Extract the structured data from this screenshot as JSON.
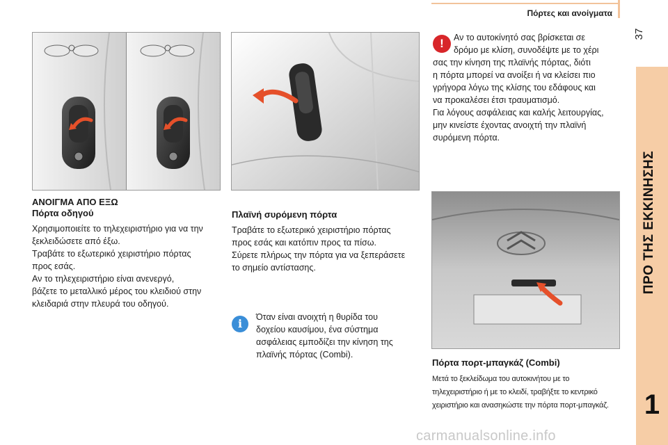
{
  "header": {
    "title": "Πόρτες και ανοίγματα",
    "page_number": "37"
  },
  "chapter": {
    "title": "ΠΡΟ ΤΗΣ ΕΚΚΙΝΗΣΗΣ",
    "number": "1",
    "tab_color": "#f6cda6"
  },
  "section_driver": {
    "heading1": "ΑΝΟΙΓΜΑ ΑΠΟ ΕΞΩ",
    "heading2": "Πόρτα οδηγού",
    "lines": [
      "Χρησιμοποιείτε το τηλεχειριστήριο για να την",
      "ξεκλειδώσετε από έξω.",
      "Τραβάτε το εξωτερικό χειριστήριο πόρτας",
      "προς εσάς.",
      "Αν το τηλεχειριστήριο είναι ανενεργό,",
      "βάζετε το μεταλλικό μέρος του κλειδιού στην",
      "κλειδαριά στην πλευρά του οδηγού."
    ]
  },
  "section_sliding": {
    "heading": "Πλαϊνή συρόμενη πόρτα",
    "lines": [
      "Τραβάτε το εξωτερικό χειριστήριο πόρτας",
      "προς εσάς και κατόπιν προς τα πίσω.",
      "Σύρετε πλήρως την πόρτα για να ξεπεράσετε",
      "το σημείο αντίστασης."
    ]
  },
  "info_note": {
    "icon": "info-icon",
    "icon_color": "#3a8ed8",
    "lines": [
      "Όταν είναι ανοιχτή η θυρίδα του",
      "δοχείου καυσίμου, ένα σύστημα",
      "ασφάλειας εμποδίζει την κίνηση της",
      "πλαϊνής πόρτας (Combi)."
    ]
  },
  "warning_note": {
    "icon": "warning-icon",
    "icon_color": "#d8262a",
    "first_lines": [
      "Αν το αυτοκίνητό σας βρίσκεται σε",
      "δρόμο με κλίση, συνοδέψτε με το χέρι"
    ],
    "lines": [
      "σας την κίνηση της πλαϊνής πόρτας, διότι",
      "η πόρτα μπορεί να ανοίξει ή να κλείσει πιο",
      "γρήγορα λόγω της κλίσης του εδάφους και",
      "να προκαλέσει έτσι τραυματισμό.",
      "Για λόγους ασφάλειας και καλής λειτουργίας,",
      "μην κινείστε έχοντας ανοιχτή την πλαϊνή",
      "συρόμενη πόρτα."
    ]
  },
  "section_tailgate": {
    "heading": "Πόρτα πορτ-μπαγκάζ (Combi)",
    "lines": [
      "Μετά το ξεκλείδωμα του αυτοκινήτου με το",
      "τηλεχειριστήριο ή με το κλειδί, τραβήξτε το κεντρικό",
      "χειριστήριο και ανασηκώστε την πόρτα πορτ-μπαγκάζ."
    ]
  },
  "images": {
    "left": "driver-door-handles-illustration",
    "middle": "sliding-door-handle-illustration",
    "right": "tailgate-handle-illustration",
    "arrow_color": "#e5502a"
  },
  "watermark": "carmanualsonline.info"
}
